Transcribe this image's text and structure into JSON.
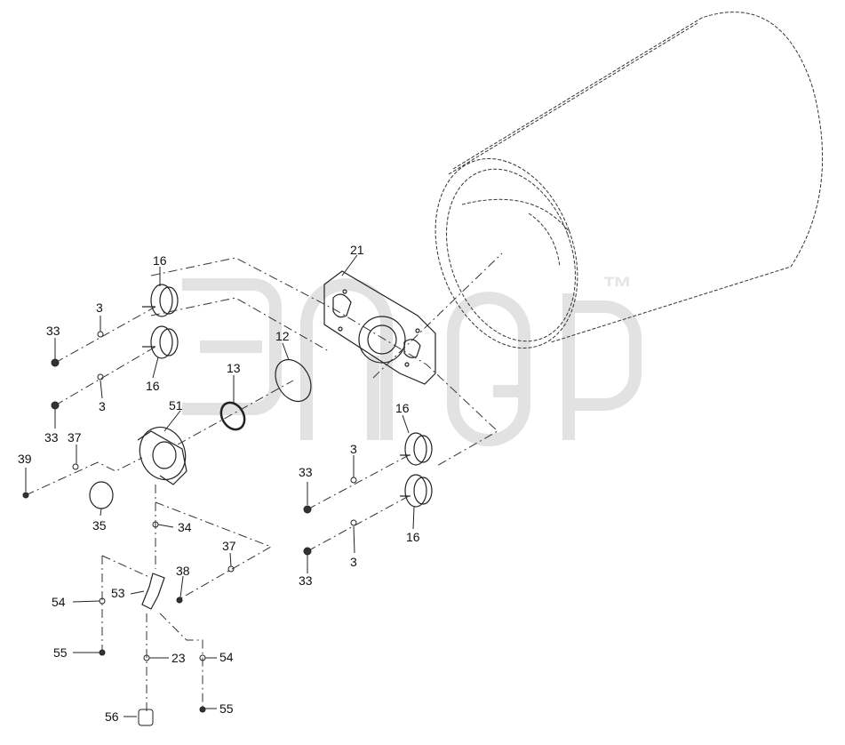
{
  "watermark": {
    "text": "™"
  },
  "callouts": {
    "c21": "21",
    "c16a": "16",
    "c3a": "3",
    "c33a": "33",
    "c16b": "16",
    "c3b": "3",
    "c33b": "33",
    "c12": "12",
    "c13": "13",
    "c51": "51",
    "c37a": "37",
    "c39": "39",
    "c35": "35",
    "c34": "34",
    "c16c": "16",
    "c3c": "3",
    "c33c": "33",
    "c16d": "16",
    "c3d": "3",
    "c33d": "33",
    "c37b": "37",
    "c38": "38",
    "c53": "53",
    "c54a": "54",
    "c55a": "55",
    "c23": "23",
    "c54b": "54",
    "c56": "56",
    "c55b": "55"
  },
  "colors": {
    "line": "#222222",
    "watermark": "#e8e8e8"
  }
}
